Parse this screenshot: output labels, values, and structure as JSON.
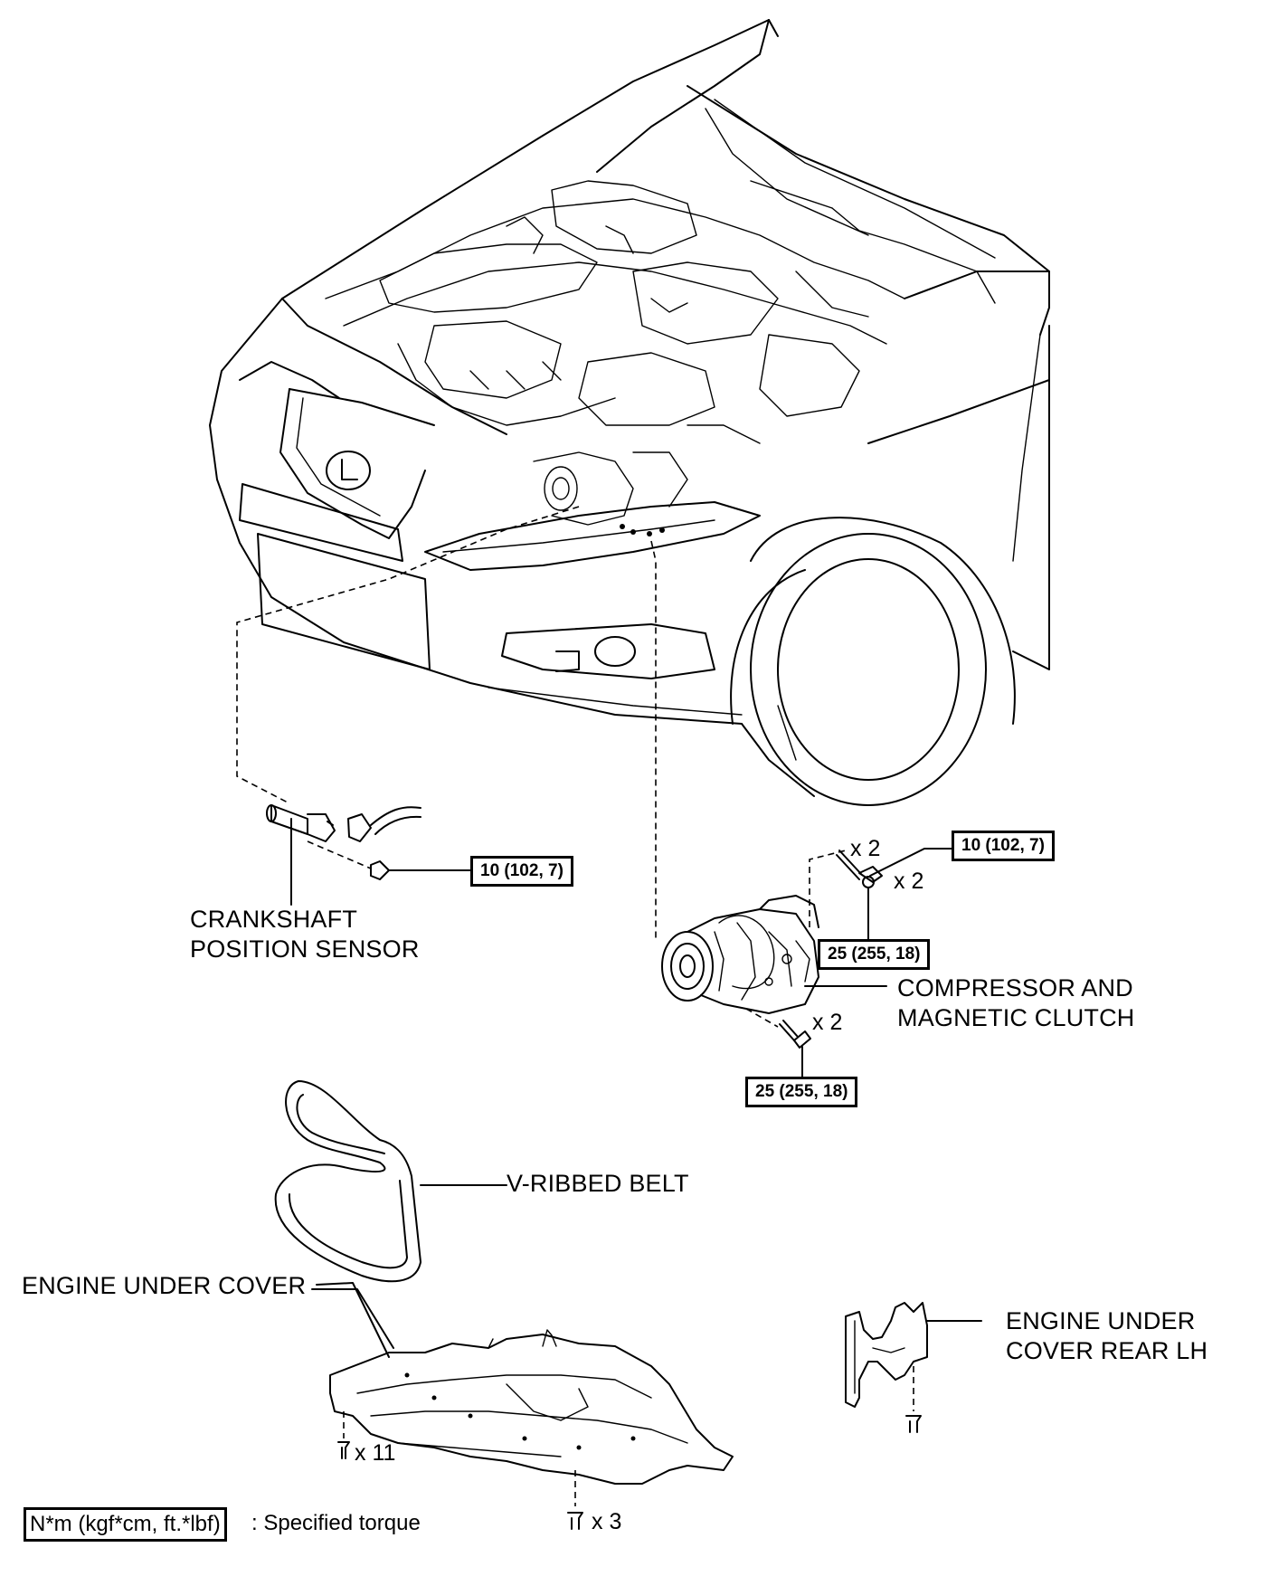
{
  "labels": {
    "crankshaft_sensor": "CRANKSHAFT\nPOSITION SENSOR",
    "compressor": "COMPRESSOR AND\nMAGNETIC CLUTCH",
    "belt": "V-RIBBED BELT",
    "under_cover": "ENGINE UNDER COVER",
    "under_cover_rear": "ENGINE UNDER\nCOVER REAR LH"
  },
  "torques": {
    "sensor_bolt": "10 (102, 7)",
    "stud_bolt": "10 (102, 7)",
    "nut": "25 (255, 18)",
    "compressor_bolt": "25 (255, 18)"
  },
  "quantities": {
    "stud": "x 2",
    "nut": "x 2",
    "compressor_bolt": "x 2",
    "cover_screws": "x 11",
    "cover_clips": "x 3"
  },
  "legend": {
    "box": "N*m (kgf*cm, ft.*lbf)",
    "text": ": Specified torque"
  }
}
